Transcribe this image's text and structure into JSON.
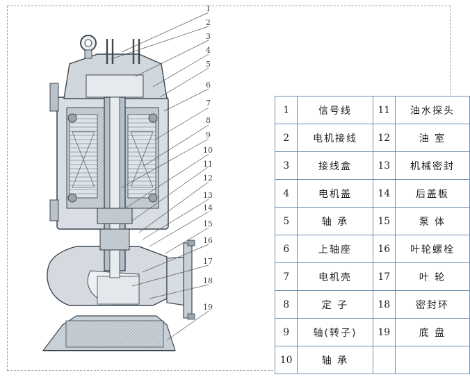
{
  "callout_numbers": [
    "1",
    "2",
    "3",
    "4",
    "5",
    "6",
    "7",
    "8",
    "9",
    "10",
    "11",
    "12",
    "13",
    "14",
    "15",
    "16",
    "17",
    "18",
    "19"
  ],
  "parts": [
    {
      "left_no": "1",
      "left_name": "信号线",
      "right_no": "11",
      "right_name": "油水探头"
    },
    {
      "left_no": "2",
      "left_name": "电机接线",
      "right_no": "12",
      "right_name": "油 室"
    },
    {
      "left_no": "3",
      "left_name": "接线盒",
      "right_no": "13",
      "right_name": "机械密封"
    },
    {
      "left_no": "4",
      "left_name": "电机盖",
      "right_no": "14",
      "right_name": "后盖板"
    },
    {
      "left_no": "5",
      "left_name": "轴 承",
      "right_no": "15",
      "right_name": "泵 体"
    },
    {
      "left_no": "6",
      "left_name": "上轴座",
      "right_no": "16",
      "right_name": "叶轮螺栓"
    },
    {
      "left_no": "7",
      "left_name": "电机壳",
      "right_no": "17",
      "right_name": "叶 轮"
    },
    {
      "left_no": "8",
      "left_name": "定 子",
      "right_no": "18",
      "right_name": "密封环"
    },
    {
      "left_no": "9",
      "left_name": "轴(转子)",
      "right_no": "19",
      "right_name": "底 盘"
    },
    {
      "left_no": "10",
      "left_name": "轴 承",
      "right_no": "",
      "right_name": ""
    }
  ]
}
